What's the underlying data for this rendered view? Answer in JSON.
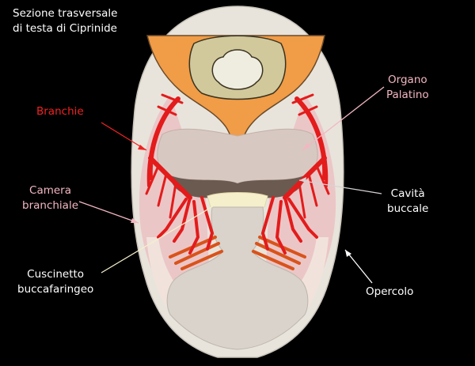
{
  "title": {
    "line1": "Sezione trasversale",
    "line2": "di testa di Ciprinide"
  },
  "labels": {
    "branchie": "Branchie",
    "camera_line1": "Camera",
    "camera_line2": "branchiale",
    "cuscinetto_line1": "Cuscinetto",
    "cuscinetto_line2": "buccafaringeo",
    "organo_line1": "Organo",
    "organo_line2": "Palatino",
    "cavita_line1": "Cavità",
    "cavita_line2": "buccale",
    "opercolo": "Opercolo"
  },
  "colors": {
    "background": "#000000",
    "branchie_label": "#f22222",
    "camera_label": "#f3b7c2",
    "organo_label": "#f3b7c2",
    "other_labels": "#ffffff",
    "gills": "#e31b1b",
    "skull": "#f0a04a"
  }
}
